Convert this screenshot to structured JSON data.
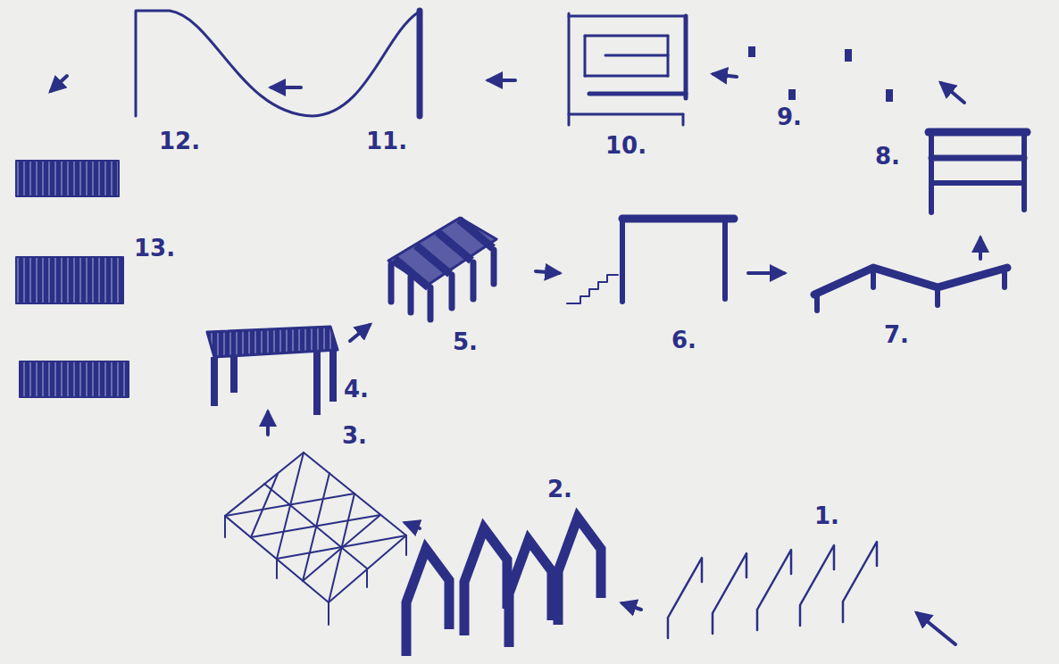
{
  "diagram": {
    "labels": [
      "1.",
      "2.",
      "3.",
      "4.",
      "5.",
      "6.",
      "7.",
      "8.",
      "9.",
      "10.",
      "11.",
      "12.",
      "13."
    ]
  }
}
